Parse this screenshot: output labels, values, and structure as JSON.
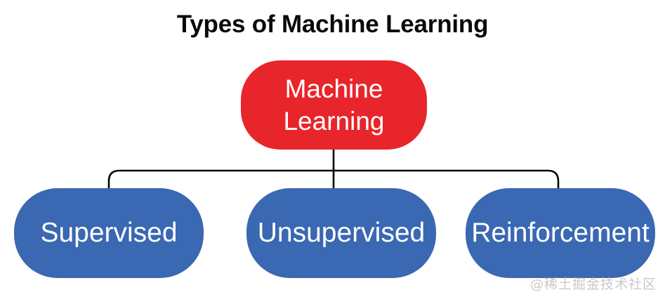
{
  "diagram": {
    "title": "Types of Machine Learning",
    "background_color": "#ffffff",
    "title_color": "#0a0a0a",
    "connector_color": "#000000",
    "root": {
      "label": "Machine\nLearning",
      "label_line_1": "Machine",
      "label_line_2": "Learning",
      "fill_color": "#E8252B",
      "text_color": "#ffffff"
    },
    "children": [
      {
        "id": "supervised",
        "label": "Supervised",
        "fill_color": "#3A68B2",
        "text_color": "#ffffff"
      },
      {
        "id": "unsupervised",
        "label": "Unsupervised",
        "fill_color": "#3A68B2",
        "text_color": "#ffffff"
      },
      {
        "id": "reinforcement",
        "label": "Reinforcement",
        "fill_color": "#3A68B2",
        "text_color": "#ffffff"
      }
    ]
  },
  "watermark": {
    "text": "@稀土掘金技术社区",
    "color": "#c9c9c9"
  }
}
